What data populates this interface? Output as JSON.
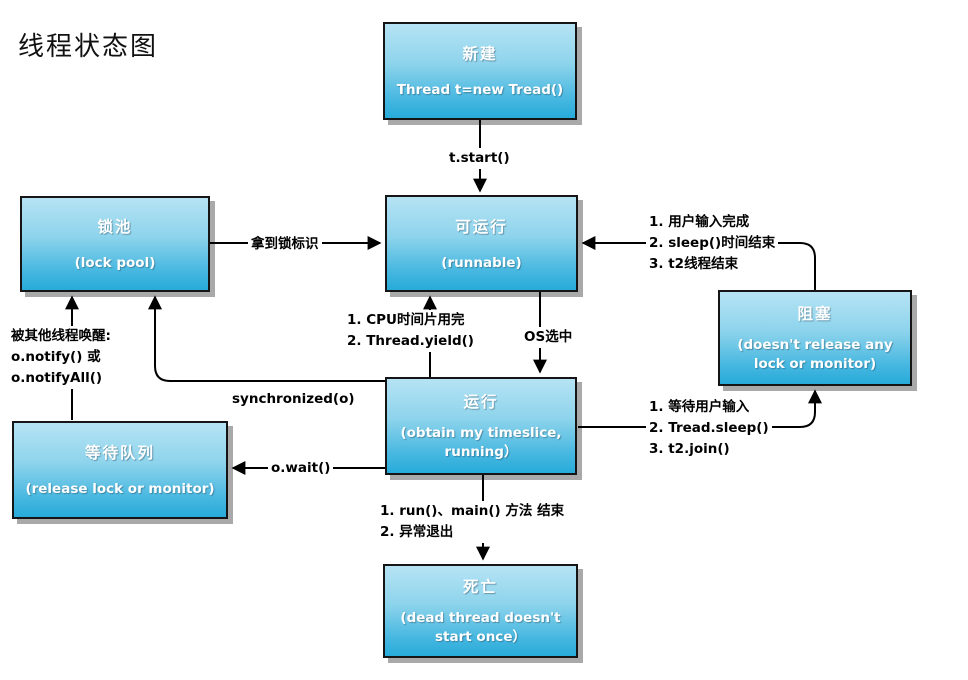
{
  "page": {
    "title": "线程状态图"
  },
  "palette": {
    "box_gradient_top": "#b6e3f4",
    "box_gradient_bottom": "#27abd9",
    "box_border": "#151515",
    "box_shadow": "#a9a9a9",
    "box_text": "#ffffff",
    "line_color": "#000000",
    "label_text": "#000000"
  },
  "nodes": {
    "new": {
      "title": "新建",
      "subtitle": "Thread t=new Tread()"
    },
    "lock_pool": {
      "title": "锁池",
      "subtitle": "(lock pool)"
    },
    "runnable": {
      "title": "可运行",
      "subtitle": "(runnable)"
    },
    "blocked": {
      "title": "阻塞",
      "subtitle": "(doesn't release any lock or monitor)"
    },
    "running": {
      "title": "运行",
      "subtitle": "(obtain my timeslice, running）"
    },
    "wait_queue": {
      "title": "等待队列",
      "subtitle": "(release lock or monitor)"
    },
    "dead": {
      "title": "死亡",
      "subtitle": "(dead thread doesn't start once）"
    }
  },
  "edge_labels": {
    "start": "t.start()",
    "acquire_lock": "拿到锁标识",
    "cpu_yield": [
      "1. CPU时间片用完",
      "2. Thread.yield()"
    ],
    "os_select": "OS选中",
    "blocked_to_runnable": [
      "1. 用户输入完成",
      "2. sleep()时间结束",
      "3. t2线程结束"
    ],
    "running_to_blocked": [
      "1. 等待用户输入",
      "2. Tread.sleep()",
      "3. t2.join()"
    ],
    "synchronized": "synchronized(o)",
    "wait": "o.wait()",
    "notify": [
      "被其他线程唤醒:",
      "o.notify() 或",
      "o.notifyAll()"
    ],
    "to_dead": [
      "1. run()、main() 方法 结束",
      "2. 异常退出"
    ]
  }
}
